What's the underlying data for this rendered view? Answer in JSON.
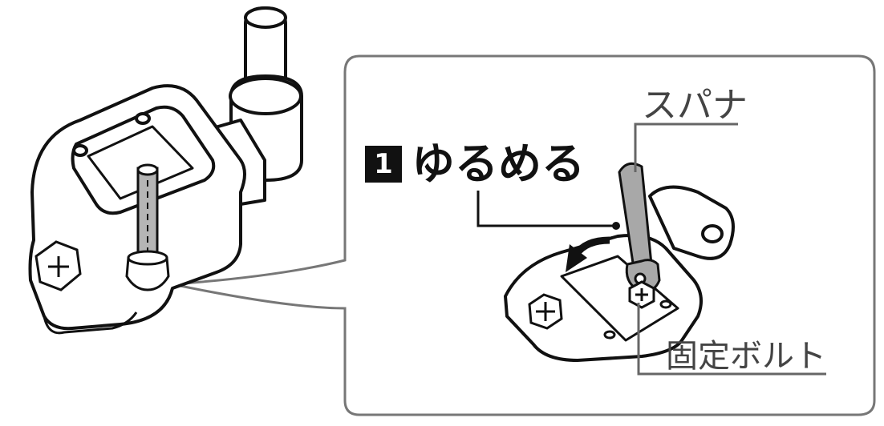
{
  "labels": {
    "spanner": "スパナ",
    "fixing_bolt": "固定ボルト"
  },
  "step": {
    "number": "1",
    "action": "ゆるめる"
  },
  "colors": {
    "callout_border": "#777777",
    "leader_line": "#666666",
    "outline": "#111111",
    "bolt_gray": "#b5b5b5",
    "spanner_gray": "#a8a8a8"
  }
}
